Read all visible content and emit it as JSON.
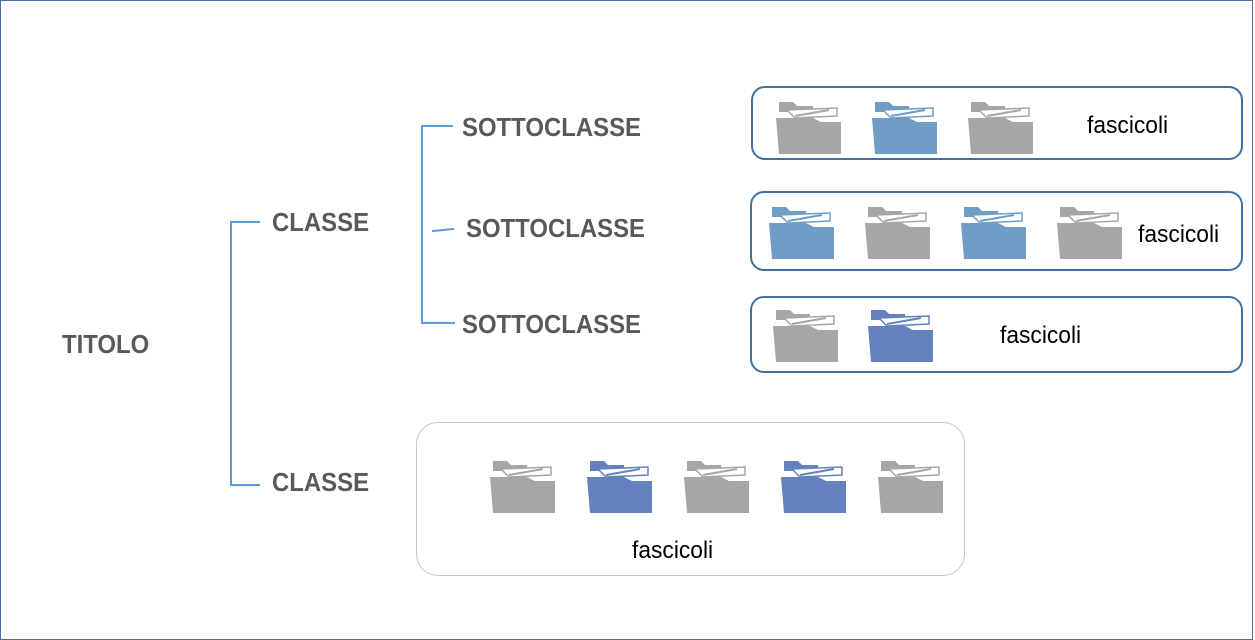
{
  "colors": {
    "connector": "#5b9bd5",
    "blue_border": "#41719c",
    "folder_gray": "#a6a6a6",
    "folder_light_blue": "#6f9dc5",
    "folder_dark_blue": "#6480bd"
  },
  "labels": {
    "titolo": "TITOLO",
    "classe_1": "CLASSE",
    "classe_2": "CLASSE",
    "sottoclasse_1": "SOTTOCLASSE",
    "sottoclasse_2": "SOTTOCLASSE",
    "sottoclasse_3": "SOTTOCLASSE"
  },
  "groups": {
    "sottoclasse_1": {
      "text": "fascicoli",
      "folders": [
        "gray",
        "light-blue",
        "gray"
      ]
    },
    "sottoclasse_2": {
      "text": "fascicoli",
      "folders": [
        "light-blue",
        "gray",
        "light-blue",
        "gray"
      ]
    },
    "sottoclasse_3": {
      "text": "fascicoli",
      "folders": [
        "gray",
        "dark-blue"
      ]
    },
    "classe_2": {
      "text": "fascicoli",
      "folders": [
        "gray",
        "dark-blue",
        "gray",
        "dark-blue",
        "gray"
      ]
    }
  },
  "icons": {
    "folder": "folder-icon"
  }
}
